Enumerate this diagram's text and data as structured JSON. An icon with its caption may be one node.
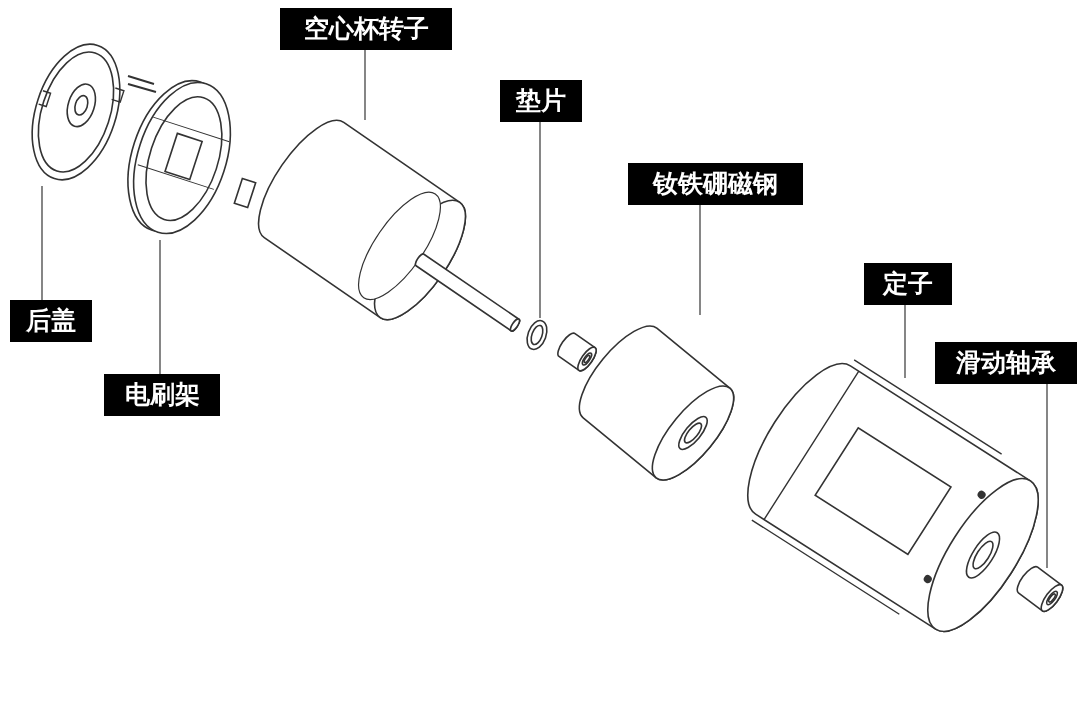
{
  "diagram": {
    "nodes": [
      {
        "text": [
          "空心杯转子"
        ]
      },
      {
        "text": [
          "垫片"
        ]
      },
      {
        "text": [
          "钕铁硼磁钢"
        ]
      },
      {
        "text": [
          "定子"
        ]
      },
      {
        "text": [
          "滑动轴承"
        ]
      },
      {
        "text": [
          "后盖"
        ]
      },
      {
        "text": [
          "电刷架"
        ]
      },
      {
        "text": [],
        "shape": "picture"
      },
      {
        "text": [],
        "shape": "picture"
      },
      {
        "text": [],
        "shape": "picture"
      },
      {
        "text": [],
        "shape": "picture"
      },
      {
        "text": [],
        "shape": "picture"
      },
      {
        "text": [],
        "shape": "picture"
      },
      {
        "text": [],
        "shape": "picture"
      },
      {
        "text": [],
        "shape": "picture"
      }
    ],
    "edges": [
      {
        "from": 0,
        "to": 9,
        "arrow": "none"
      },
      {
        "from": 1,
        "to": 10,
        "arrow": "none"
      },
      {
        "from": 2,
        "to": 12,
        "arrow": "none"
      },
      {
        "from": 3,
        "to": 13,
        "arrow": "none"
      },
      {
        "from": 4,
        "to": 14,
        "arrow": "none"
      },
      {
        "from": 5,
        "to": 7,
        "arrow": "none"
      },
      {
        "from": 6,
        "to": 8,
        "arrow": "none"
      }
    ]
  }
}
